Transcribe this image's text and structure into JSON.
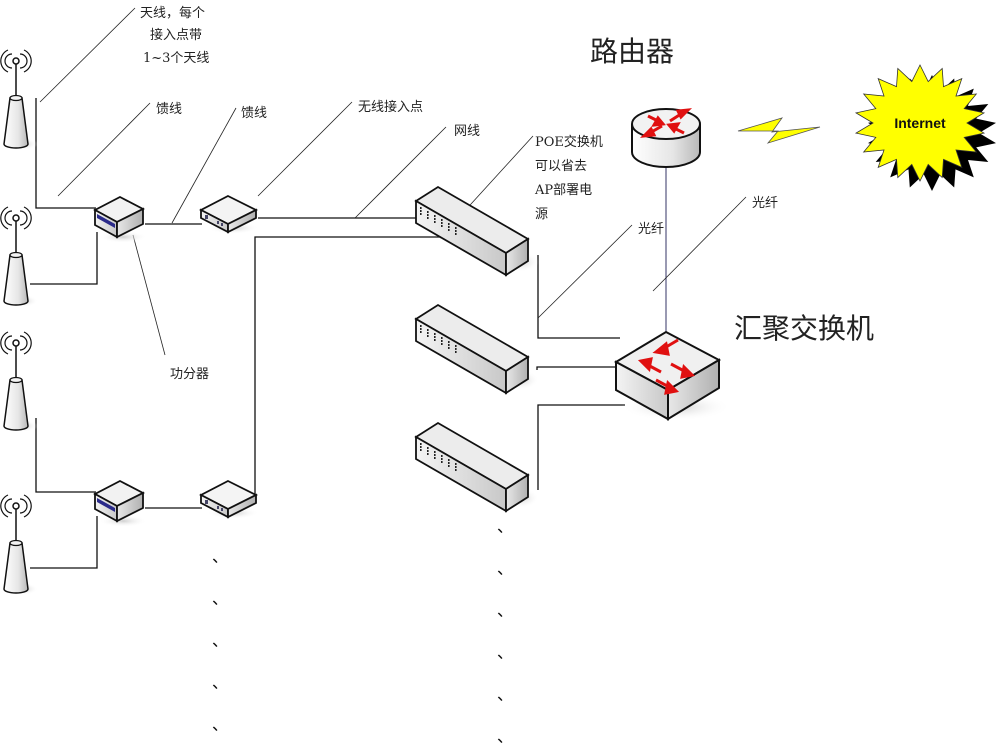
{
  "diagram": {
    "title_router": "路由器",
    "title_aggregation_switch": "汇聚交换机",
    "internet_label": "Internet",
    "labels": {
      "antenna_note": [
        "天线，每个",
        "接入点带",
        "1~3个天线"
      ],
      "feeder_1": "馈线",
      "feeder_2": "馈线",
      "wireless_ap": "无线接入点",
      "network_cable": "网线",
      "poe_note": [
        "POE交换机",
        "可以省去",
        "AP部署电",
        "源"
      ],
      "fiber_1": "光纤",
      "fiber_2": "光纤",
      "power_splitter": "功分器"
    },
    "continuation_mark": "、",
    "colors": {
      "internet_fill": "#ffff00",
      "router_arrow": "#e01010",
      "fiber_line": "#333366"
    },
    "nodes": {
      "antennas": 4,
      "power_splitters": 2,
      "access_points": 2,
      "poe_switches": 3,
      "aggregation_switch": 1,
      "router": 1,
      "internet_cloud": 1
    }
  }
}
